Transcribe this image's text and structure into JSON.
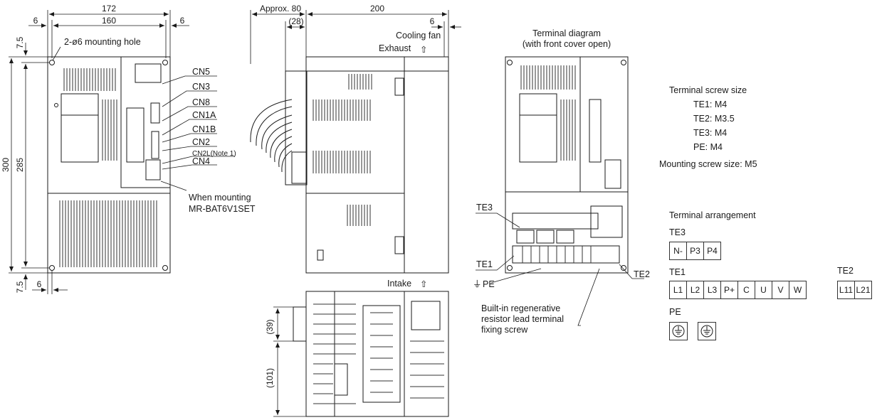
{
  "front_view": {
    "dims": {
      "overall_width": "172",
      "hole_pitch_width": "160",
      "left_margin": "6",
      "right_margin": "6",
      "overall_height": "300",
      "hole_pitch_height": "285",
      "top_margin": "7.5",
      "bottom_margin": "7.5",
      "bottom_left": "6"
    },
    "mounting_hole": "2-ø6 mounting hole",
    "connectors": [
      "CN5",
      "CN3",
      "CN8",
      "CN1A",
      "CN1B",
      "CN2",
      "CN2L(Note 1)",
      "CN4"
    ],
    "battery_note": [
      "When mounting",
      "MR-BAT6V1SET"
    ]
  },
  "side_view": {
    "dims": {
      "approx_depth": "Approx. 80",
      "depth": "200",
      "offset": "(28)",
      "right_margin": "6",
      "bottom_upper": "(39)",
      "bottom_lower": "(101)"
    },
    "cooling_fan": "Cooling fan",
    "exhaust": "Exhaust",
    "intake": "Intake",
    "arrow_glyph": "⇧"
  },
  "terminal_view": {
    "title": [
      "Terminal diagram",
      "(with front cover open)"
    ],
    "labels": {
      "te3": "TE3",
      "te1": "TE1",
      "te2": "TE2",
      "pe": "PE",
      "pe_symbol": "⏚"
    },
    "resistor_note": [
      "Built-in regenerative",
      "resistor lead terminal",
      "fixing screw"
    ]
  },
  "screw_sizes": {
    "heading": "Terminal screw size",
    "items": [
      "TE1: M4",
      "TE2: M3.5",
      "TE3: M4",
      "PE: M4"
    ],
    "mounting": "Mounting screw size: M5"
  },
  "arrangement": {
    "heading": "Terminal arrangement",
    "te3": {
      "name": "TE3",
      "terminals": [
        "N-",
        "P3",
        "P4"
      ]
    },
    "te1": {
      "name": "TE1",
      "terminals": [
        "L1",
        "L2",
        "L3",
        "P+",
        "C",
        "U",
        "V",
        "W"
      ]
    },
    "te2": {
      "name": "TE2",
      "terminals": [
        "L11",
        "L21"
      ]
    },
    "pe": {
      "name": "PE",
      "symbol": "⏚"
    }
  }
}
